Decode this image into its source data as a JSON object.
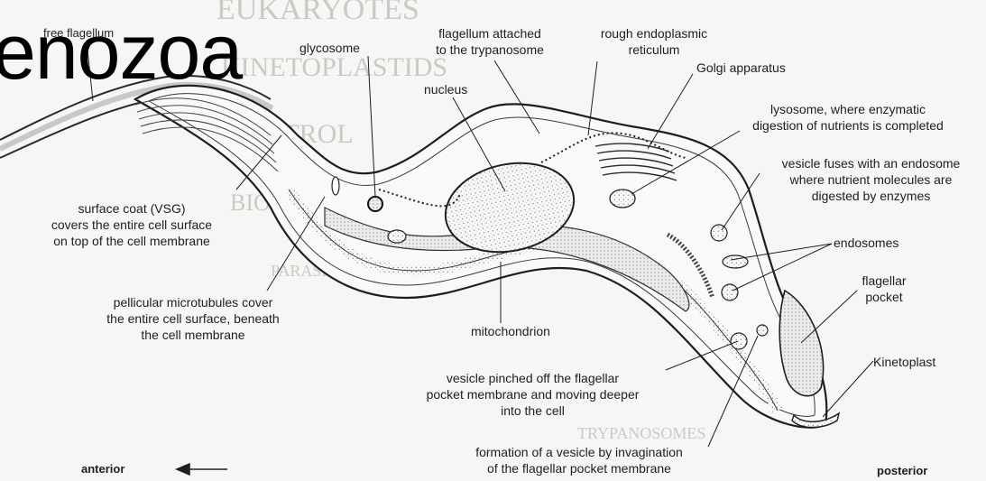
{
  "slide_title": "enozoa",
  "background_text": [
    "EUKARYOTES",
    "KINETOPLASTIDS",
    "CONTROL",
    "BIOCHEMISTRY",
    "PARASITES",
    "TRYPANOSOMES"
  ],
  "labels": {
    "free_flagellum": "free flagellum",
    "glycosome": "glycosome",
    "flagellum_attached": "flagellum attached\nto the trypanosome",
    "rough_er": "rough endoplasmic\nreticulum",
    "golgi": "Golgi apparatus",
    "nucleus": "nucleus",
    "lysosome": "lysosome, where enzymatic\ndigestion of nutrients is completed",
    "vesicle_fuses": "vesicle fuses with an endosome\nwhere nutrient molecules are\ndigested by enzymes",
    "surface_coat": "surface coat (VSG)\ncovers the entire cell surface\non top of the cell membrane",
    "endosomes": "endosomes",
    "flagellar_pocket": "flagellar\npocket",
    "pellicular": "pellicular microtubules cover\nthe entire cell surface, beneath\nthe cell membrane",
    "mitochondrion": "mitochondrion",
    "kinetoplast": "Kinetoplast",
    "vesicle_pinched": "vesicle pinched off the flagellar\npocket membrane and moving deeper\ninto the cell",
    "formation_vesicle": "formation of a vesicle by invagination\nof the flagellar pocket membrane",
    "anterior": "anterior",
    "posterior": "posterior"
  }
}
